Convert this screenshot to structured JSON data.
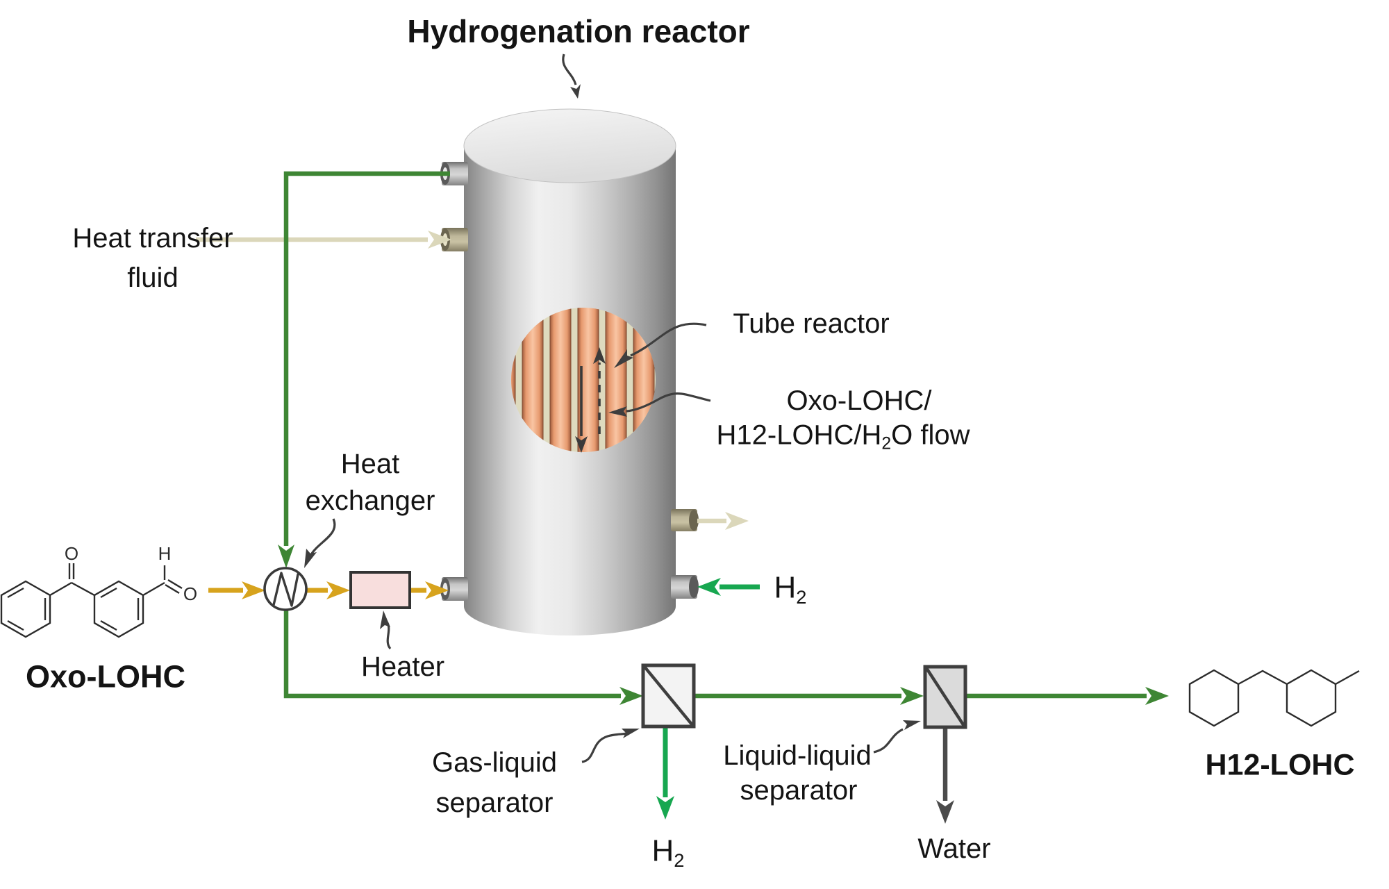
{
  "title": "Hydrogenation reactor",
  "labels": {
    "heat_transfer_fluid": {
      "line1": "Heat transfer",
      "line2": "fluid"
    },
    "tube_reactor": "Tube reactor",
    "flow": {
      "line1": "Oxo-LOHC/",
      "line2_pre": "H12-LOHC/H",
      "line2_sub": "2",
      "line2_post": "O flow"
    },
    "heat_exchanger": {
      "line1": "Heat",
      "line2": "exchanger"
    },
    "heater": "Heater",
    "h2_in": {
      "base": "H",
      "sub": "2"
    },
    "gas_liquid_separator": {
      "line1": "Gas-liquid",
      "line2": "separator"
    },
    "liquid_liquid_separator": {
      "line1": "Liquid-liquid",
      "line2": "separator"
    },
    "h2_out": {
      "base": "H",
      "sub": "2"
    },
    "water": "Water",
    "oxo_lohc": "Oxo-LOHC",
    "h12_lohc": "H12-LOHC"
  },
  "colors": {
    "recycle_line_green": "#3e8634",
    "h2_bright_green": "#17a750",
    "feed_yellow": "#d7a31d",
    "heat_transfer_beige": "#dbd7ba",
    "heater_pink_fill": "#f8dedd",
    "water_arrow_gray": "#4b4b4b",
    "leader_gray": "#3e3e3e",
    "separator_fill_light": "#f3f3f3",
    "separator_fill_gray": "#dbdbdb",
    "tube_salmon": "#efa77d",
    "inset_background": "#dedabe",
    "vessel_gray_mid": "#bdbdbd"
  },
  "icons": {
    "vessel": "hydrogenation-reactor-vessel",
    "inset": "tube-bundle-cutaway",
    "exchanger_symbol": "heat-exchanger-circle-zigzag",
    "separator_symbol": "box-with-diagonal"
  }
}
